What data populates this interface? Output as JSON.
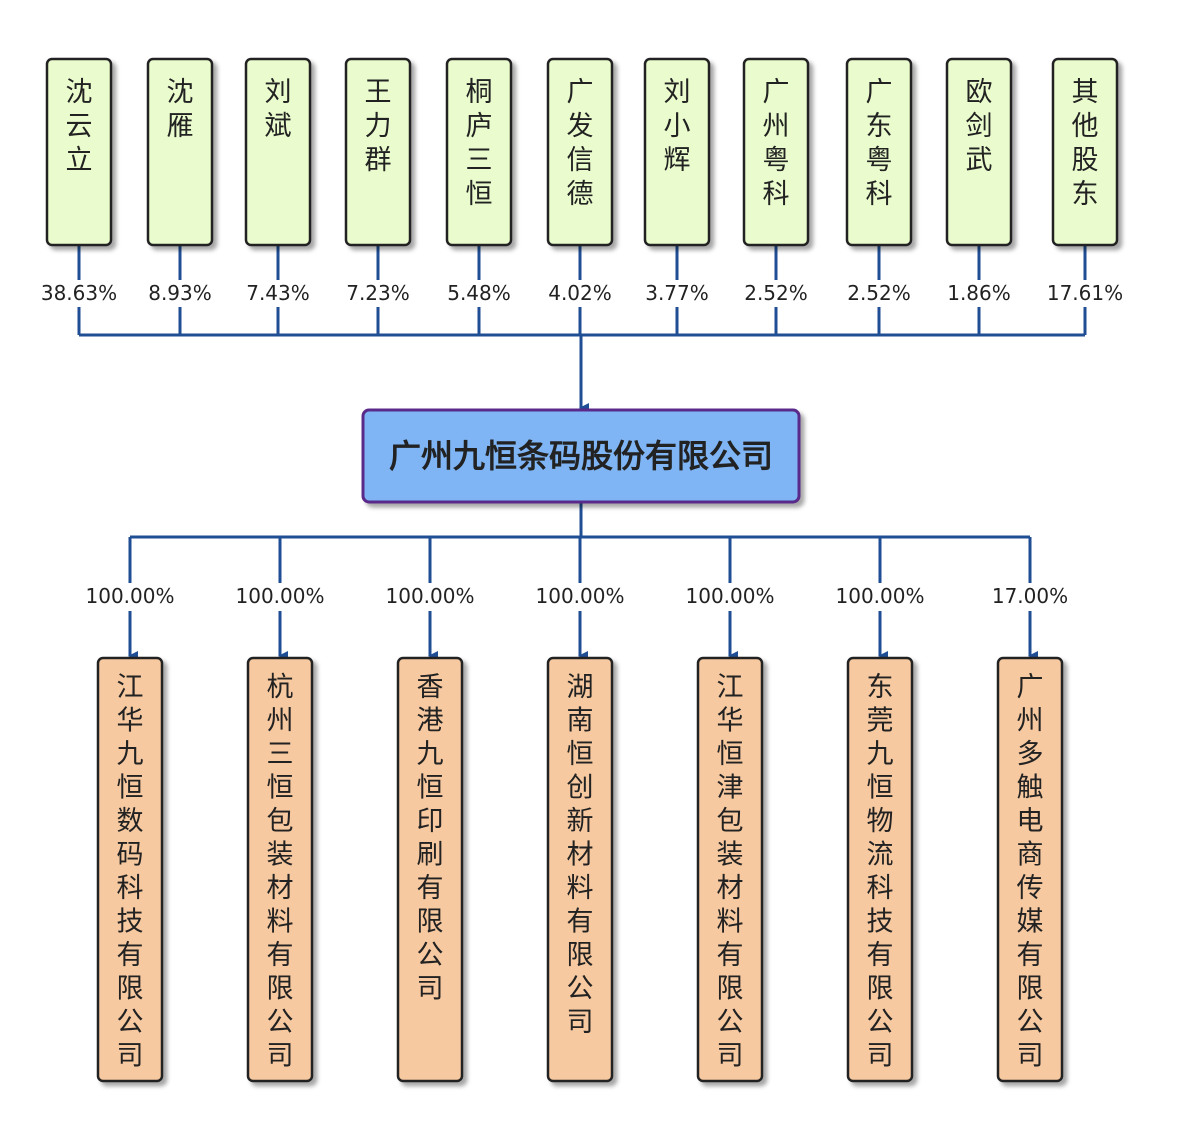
{
  "colors": {
    "line": "#1f4e95",
    "shareholder_fill": "#eafccd",
    "company_fill": "#7fb5f5",
    "company_border": "#5a2a8a",
    "subsidiary_fill": "#f7c9a0",
    "box_border": "#222222"
  },
  "company": {
    "name": "广州九恒条码股份有限公司"
  },
  "shareholders": [
    {
      "name": "沈云立",
      "pct": "38.63%"
    },
    {
      "name": "沈雁",
      "pct": "8.93%"
    },
    {
      "name": "刘斌",
      "pct": "7.43%"
    },
    {
      "name": "王力群",
      "pct": "7.23%"
    },
    {
      "name": "桐庐三恒",
      "pct": "5.48%"
    },
    {
      "name": "广发信德",
      "pct": "4.02%"
    },
    {
      "name": "刘小辉",
      "pct": "3.77%"
    },
    {
      "name": "广州粤科",
      "pct": "2.52%"
    },
    {
      "name": "广东粤科",
      "pct": "2.52%"
    },
    {
      "name": "欧剑武",
      "pct": "1.86%"
    },
    {
      "name": "其他股东",
      "pct": "17.61%"
    }
  ],
  "subsidiaries": [
    {
      "name": "江华九恒数码科技有限公司",
      "pct": "100.00%"
    },
    {
      "name": "杭州三恒包装材料有限公司",
      "pct": "100.00%"
    },
    {
      "name": "香港九恒印刷有限公司",
      "pct": "100.00%"
    },
    {
      "name": "湖南恒创新材料有限公司",
      "pct": "100.00%"
    },
    {
      "name": "江华恒津包装材料有限公司",
      "pct": "100.00%"
    },
    {
      "name": "东莞九恒物流科技有限公司",
      "pct": "100.00%"
    },
    {
      "name": "广州多触电商传媒有限公司",
      "pct": "17.00%"
    }
  ]
}
